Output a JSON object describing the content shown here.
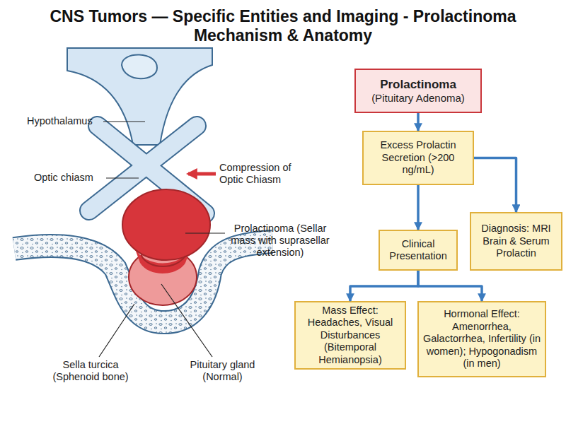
{
  "diagram": {
    "title": "CNS Tumors — Specific Entities and Imaging - Prolactinoma Mechanism & Anatomy",
    "nodes": [
      {
        "text": [
          "Prolactinoma",
          "(Pituitary Adenoma)"
        ]
      },
      {
        "text": [
          "Excess Prolactin Secretion (>200 ng/mL)"
        ]
      },
      {
        "text": [
          "Clinical Presentation"
        ]
      },
      {
        "text": [
          "Diagnosis: MRI Brain & Serum Prolactin"
        ]
      },
      {
        "text": [
          "Mass Effect: Headaches, Visual Disturbances (Bitemporal Hemianopsia)"
        ]
      },
      {
        "text": [
          "Hormonal Effect: Amenorrhea, Galactorrhea, Infertility (in women); Hypogonadism (in men)"
        ]
      }
    ],
    "edges": [
      {
        "from": 0,
        "to": 1,
        "arrow": "to"
      },
      {
        "from": 1,
        "to": 2,
        "arrow": "to"
      },
      {
        "from": 1,
        "to": 3,
        "arrow": "to"
      },
      {
        "from": 2,
        "to": 4,
        "arrow": "to"
      },
      {
        "from": 2,
        "to": 5,
        "arrow": "to"
      }
    ],
    "labels": [
      "Hypothalamus",
      "Optic chiasm",
      "Compression of Optic Chiasm",
      "Prolactinoma (Sellar mass with suprasellar extension)",
      "Sella turcica (Sphenoid bone)",
      "Pituitary gland (Normal)"
    ]
  }
}
